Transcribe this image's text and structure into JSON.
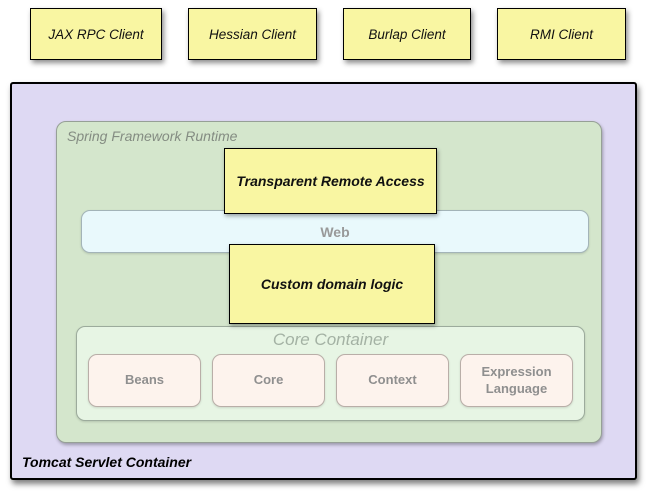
{
  "clients": [
    {
      "label": "JAX RPC Client"
    },
    {
      "label": "Hessian Client"
    },
    {
      "label": "Burlap Client"
    },
    {
      "label": "RMI Client"
    }
  ],
  "tomcat": {
    "label": "Tomcat Servlet Container"
  },
  "runtime": {
    "label": "Spring Framework Runtime"
  },
  "remote_access": {
    "label": "Transparent Remote Access"
  },
  "web": {
    "label": "Web"
  },
  "domain_logic": {
    "label": "Custom domain logic"
  },
  "core_container": {
    "title": "Core Container",
    "modules": [
      "Beans",
      "Core",
      "Context",
      "Expression Language"
    ]
  },
  "colors": {
    "client_box_fill": "#f9f6a2",
    "tomcat_fill": "#ded9f3",
    "runtime_fill": "#d4e6cc",
    "web_fill": "#e9f9fc",
    "core_fill": "#e7f5e4",
    "module_fill": "#fdf3ed",
    "box_border": "#000000",
    "muted_border": "#9cab9c",
    "muted_text": "#8f8f8f"
  }
}
